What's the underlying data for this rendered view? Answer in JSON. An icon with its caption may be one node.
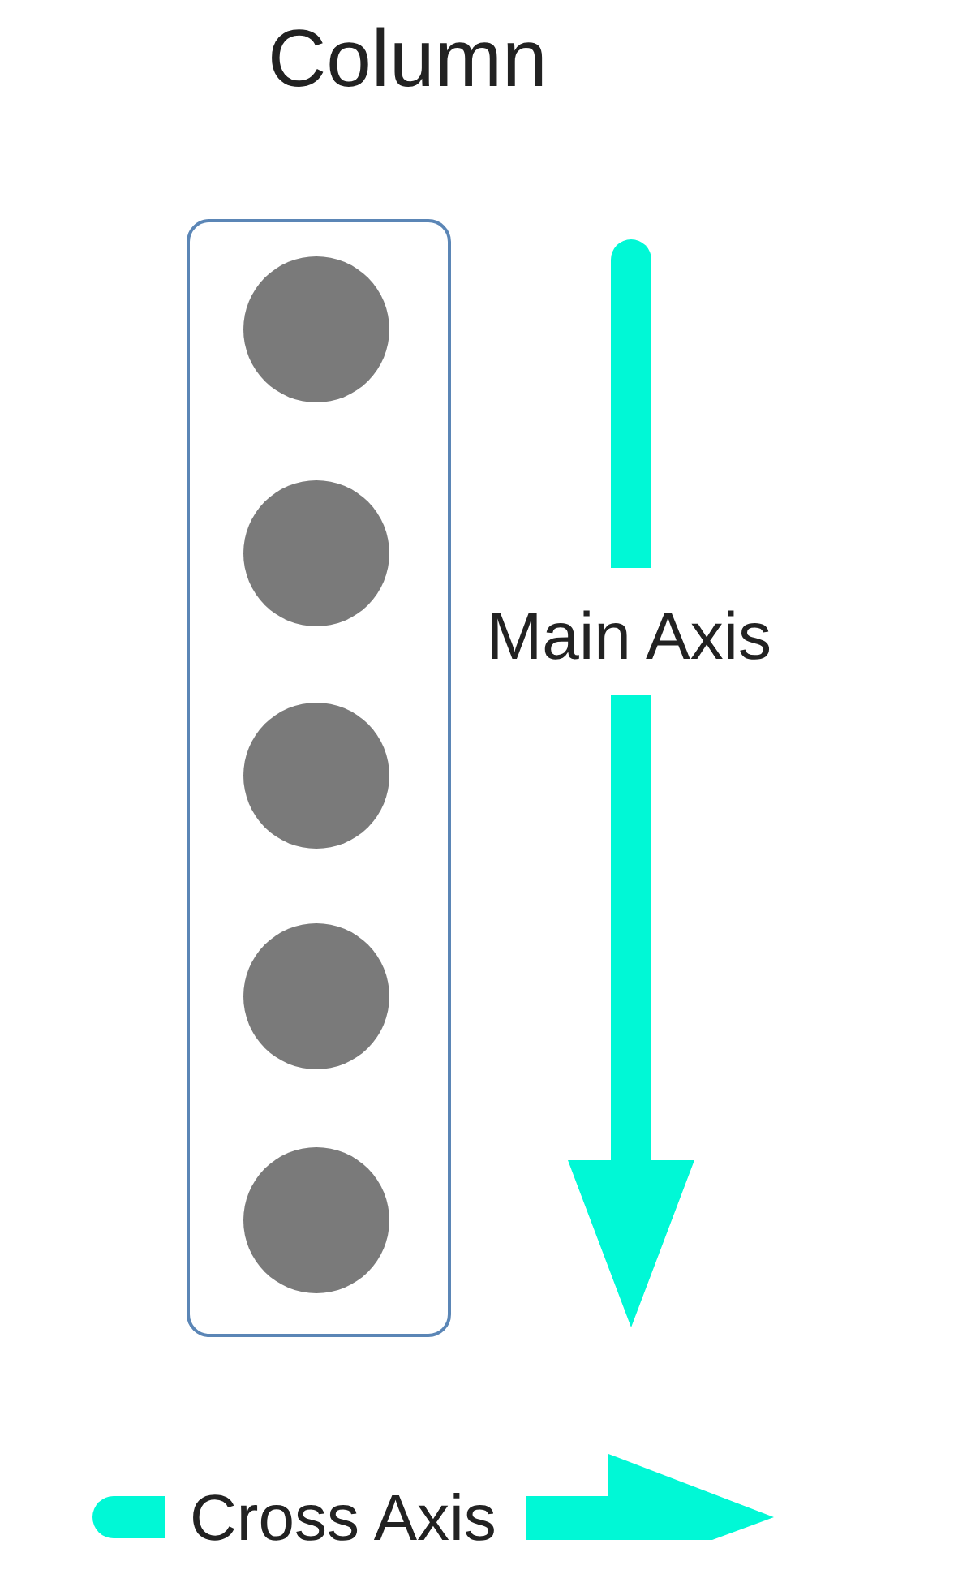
{
  "diagram": {
    "title": "Column",
    "nodes": [
      {
        "text": [],
        "shape": "box"
      },
      {
        "text": [],
        "shape": "circle",
        "in": 0
      },
      {
        "text": [],
        "shape": "circle",
        "in": 0
      },
      {
        "text": [],
        "shape": "circle",
        "in": 0
      },
      {
        "text": [],
        "shape": "circle",
        "in": 0
      },
      {
        "text": [],
        "shape": "circle",
        "in": 0
      }
    ],
    "labels": [
      "Main Axis",
      "Cross Axis"
    ]
  }
}
